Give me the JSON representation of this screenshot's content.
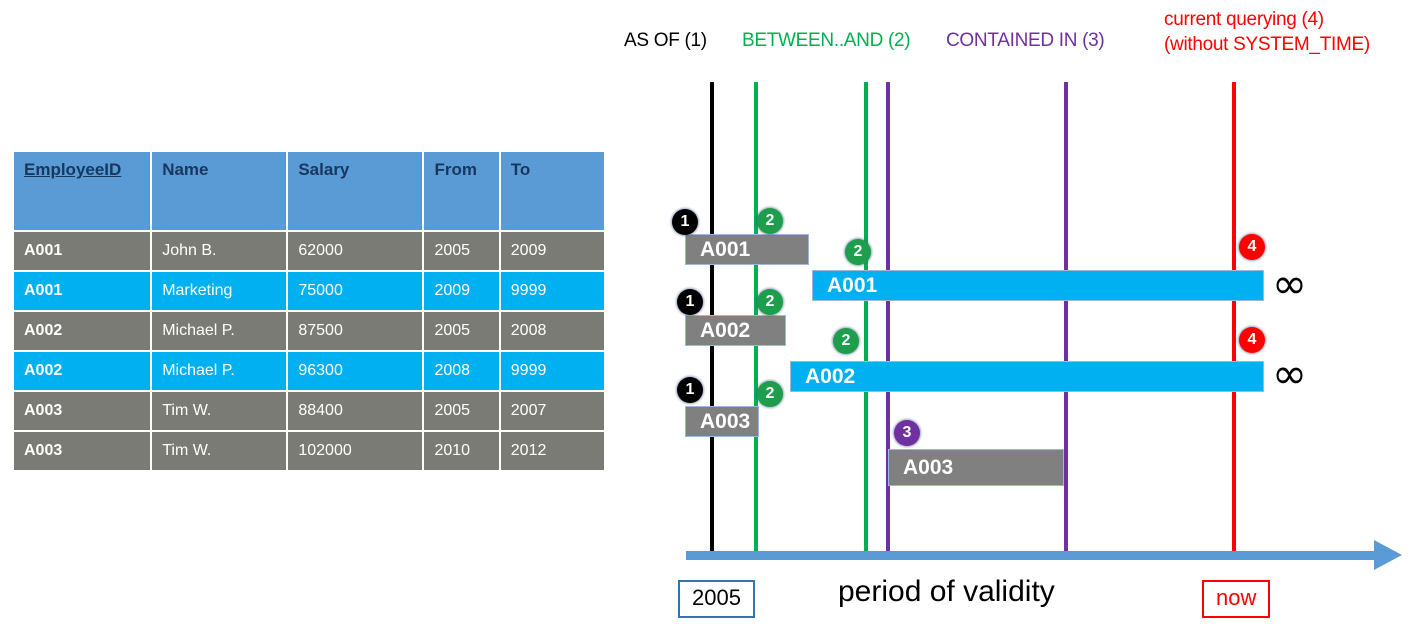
{
  "table": {
    "columns": [
      "EmployeeID",
      "Name",
      "Salary",
      "From",
      "To"
    ],
    "rows": [
      {
        "style": "gray",
        "id": "A001",
        "name": "John  B.",
        "salary": "62000",
        "from": "2005",
        "to": "2009"
      },
      {
        "style": "cyan",
        "id": "A001",
        "name": "Marketing",
        "salary": "75000",
        "from": "2009",
        "to": "9999"
      },
      {
        "style": "gray",
        "id": "A002",
        "name": "Michael P.",
        "salary": "87500",
        "from": "2005",
        "to": "2008"
      },
      {
        "style": "cyan",
        "id": "A002",
        "name": "Michael P.",
        "salary": "96300",
        "from": "2008",
        "to": "9999"
      },
      {
        "style": "gray",
        "id": "A003",
        "name": "Tim W.",
        "salary": "88400",
        "from": "2005",
        "to": "2007"
      },
      {
        "style": "gray",
        "id": "A003",
        "name": "Tim W.",
        "salary": "102000",
        "from": "2010",
        "to": "2012"
      }
    ]
  },
  "legend": {
    "as_of": "AS OF (1)",
    "between_and": "BETWEEN..AND (2)",
    "contained_in": "CONTAINED IN (3)",
    "current_line1": "current querying (4)",
    "current_line2": "(without SYSTEM_TIME)"
  },
  "diagram": {
    "bars": [
      {
        "label": "A001",
        "style": "gray"
      },
      {
        "label": "A001",
        "style": "cyan"
      },
      {
        "label": "A002",
        "style": "gray"
      },
      {
        "label": "A002",
        "style": "cyan"
      },
      {
        "label": "A003",
        "style": "gray"
      },
      {
        "label": "A003",
        "style": "gray"
      }
    ],
    "badges": [
      {
        "num": "1",
        "color": "black"
      },
      {
        "num": "2",
        "color": "green"
      },
      {
        "num": "2",
        "color": "green"
      },
      {
        "num": "4",
        "color": "red"
      },
      {
        "num": "1",
        "color": "black"
      },
      {
        "num": "2",
        "color": "green"
      },
      {
        "num": "2",
        "color": "green"
      },
      {
        "num": "4",
        "color": "red"
      },
      {
        "num": "1",
        "color": "black"
      },
      {
        "num": "2",
        "color": "green"
      },
      {
        "num": "3",
        "color": "purple"
      }
    ],
    "infinity_symbol": "∞",
    "axis": {
      "start_label": "2005",
      "end_label": "now",
      "title": "period of validity"
    }
  },
  "colors": {
    "header_blue": "#5B9BD5",
    "header_text": "#17375E",
    "row_gray": "#7B7B75",
    "row_cyan": "#00B0F0",
    "bar_gray": "#808080",
    "bar_cyan": "#00B0F0",
    "green": "#00B050",
    "purple": "#7030A0",
    "red": "#FF0000",
    "axis_blue": "#5B9BD5"
  }
}
